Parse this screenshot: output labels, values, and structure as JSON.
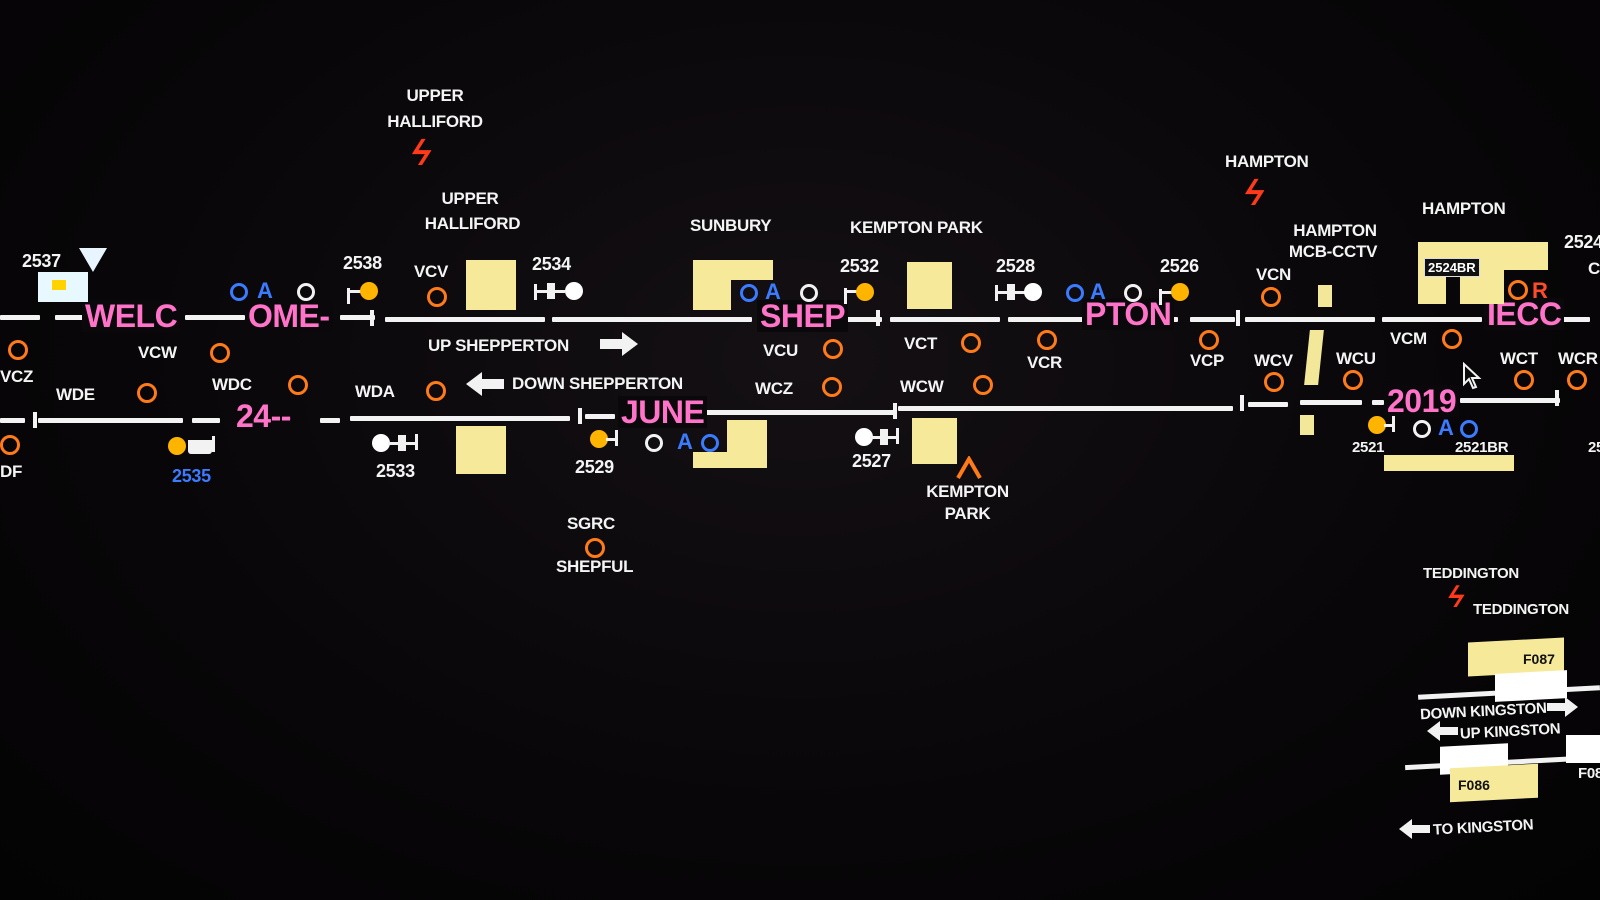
{
  "berths": {
    "welc": "WELC",
    "ome": "OME-",
    "shep": "SHEP",
    "pton": "PTON",
    "iecc": "IECC",
    "b24": "24--",
    "june": "JUNE",
    "b2019": "2019"
  },
  "places": {
    "upper_halliford_1": "UPPER",
    "upper_halliford_2": "HALLIFORD",
    "upper_halliford_station_1": "UPPER",
    "upper_halliford_station_2": "HALLIFORD",
    "sunbury": "SUNBURY",
    "kempton_park": "KEMPTON PARK",
    "hampton_power": "HAMPTON",
    "hampton_mcb_1": "HAMPTON",
    "hampton_mcb_2": "MCB-CCTV",
    "hampton_station": "HAMPTON",
    "kempton_park_low_1": "KEMPTON",
    "kempton_park_low_2": "PARK",
    "sgrc": "SGRC",
    "shepful": "SHEPFUL",
    "teddington_1": "TEDDINGTON",
    "teddington_2": "TEDDINGTON"
  },
  "lines": {
    "up_shepperton": "UP SHEPPERTON",
    "down_shepperton": "DOWN SHEPPERTON",
    "down_kingston": "DOWN KINGSTON",
    "up_kingston": "UP KINGSTON",
    "to_kingston": "TO KINGSTON"
  },
  "signals": {
    "s2537": "2537",
    "s2538": "2538",
    "s2534": "2534",
    "s2532": "2532",
    "s2528": "2528",
    "s2526": "2526",
    "s2524": "2524",
    "s2535": "2535",
    "s2533": "2533",
    "s2529": "2529",
    "s2527": "2527",
    "s2521": "2521",
    "s2521br": "2521BR",
    "s2524br": "2524BR",
    "s25_edge": "25"
  },
  "routes": {
    "vcz": "VCZ",
    "vcw": "VCW",
    "wde": "WDE",
    "wdc": "WDC",
    "wda": "WDA",
    "vcv": "VCV",
    "vcu": "VCU",
    "wcz": "WCZ",
    "vct": "VCT",
    "wcw": "WCW",
    "vcr": "VCR",
    "vcp": "VCP",
    "vcn": "VCN",
    "wcv": "WCV",
    "wcu": "WCU",
    "vcm": "VCM",
    "wct": "WCT",
    "wcr": "WCR",
    "df": "DF"
  },
  "tags": {
    "f087": "F087",
    "f086": "F086",
    "f08_edge": "F08"
  },
  "indicators": {
    "auto": "A",
    "reminder": "R",
    "c_edge": "C"
  },
  "colors": {
    "track": "#f3f3f3",
    "berth_text": "#ff74c8",
    "route_ring": "#ff7a18",
    "signal_proceed": "#ffb400",
    "auto_blue": "#3a7bff",
    "platform": "#f6ea9a",
    "power_bolt": "#ff3a1a"
  }
}
